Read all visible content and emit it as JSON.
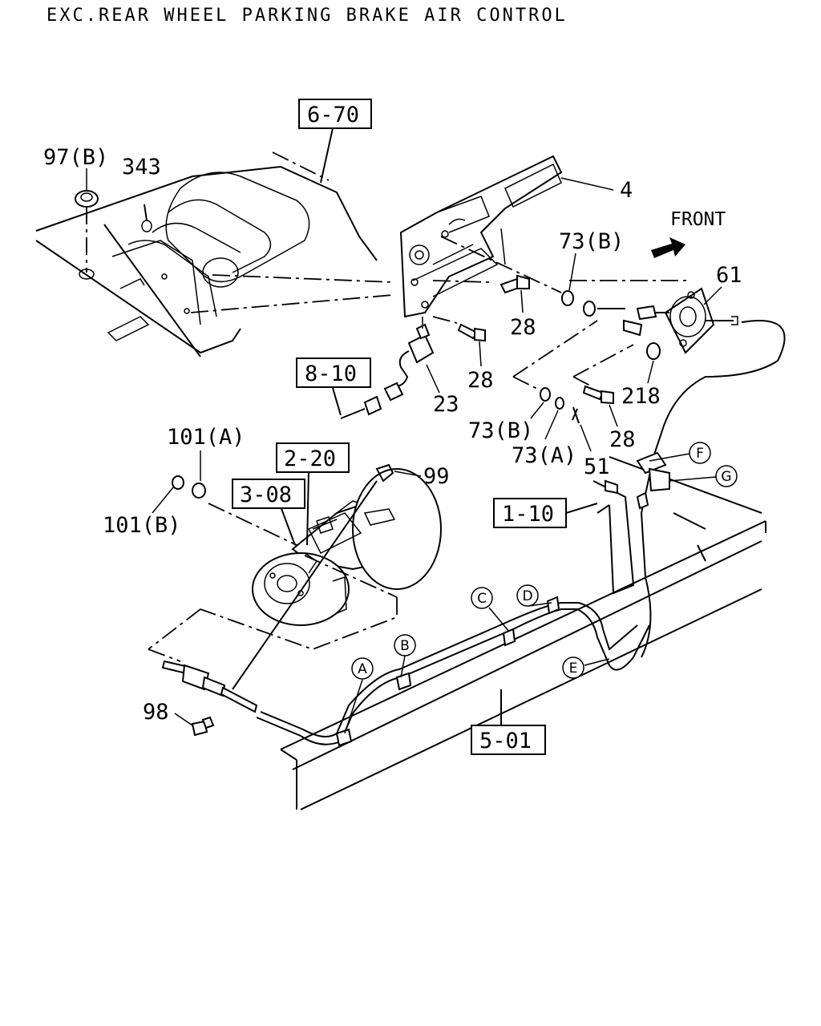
{
  "title": "EXC.REAR WHEEL PARKING BRAKE AIR CONTROL",
  "direction_label": "FRONT",
  "reference_boxes": {
    "r670": "6-70",
    "r810": "8-10",
    "r220": "2-20",
    "r308": "3-08",
    "r110": "1-10",
    "r501": "5-01"
  },
  "part_labels": {
    "p97b": "97(B)",
    "p343": "343",
    "p4": "4",
    "p73b_top": "73(B)",
    "p61": "61",
    "p28_a": "28",
    "p28_b": "28",
    "p23": "23",
    "p218": "218",
    "p73b_mid": "73(B)",
    "p73a": "73(A)",
    "p51": "51",
    "p28_c": "28",
    "p101a": "101(A)",
    "p101b": "101(B)",
    "p99": "99",
    "p98": "98"
  },
  "callouts": {
    "a": "A",
    "b": "B",
    "c": "C",
    "d": "D",
    "e": "E",
    "f": "F",
    "g": "G"
  }
}
